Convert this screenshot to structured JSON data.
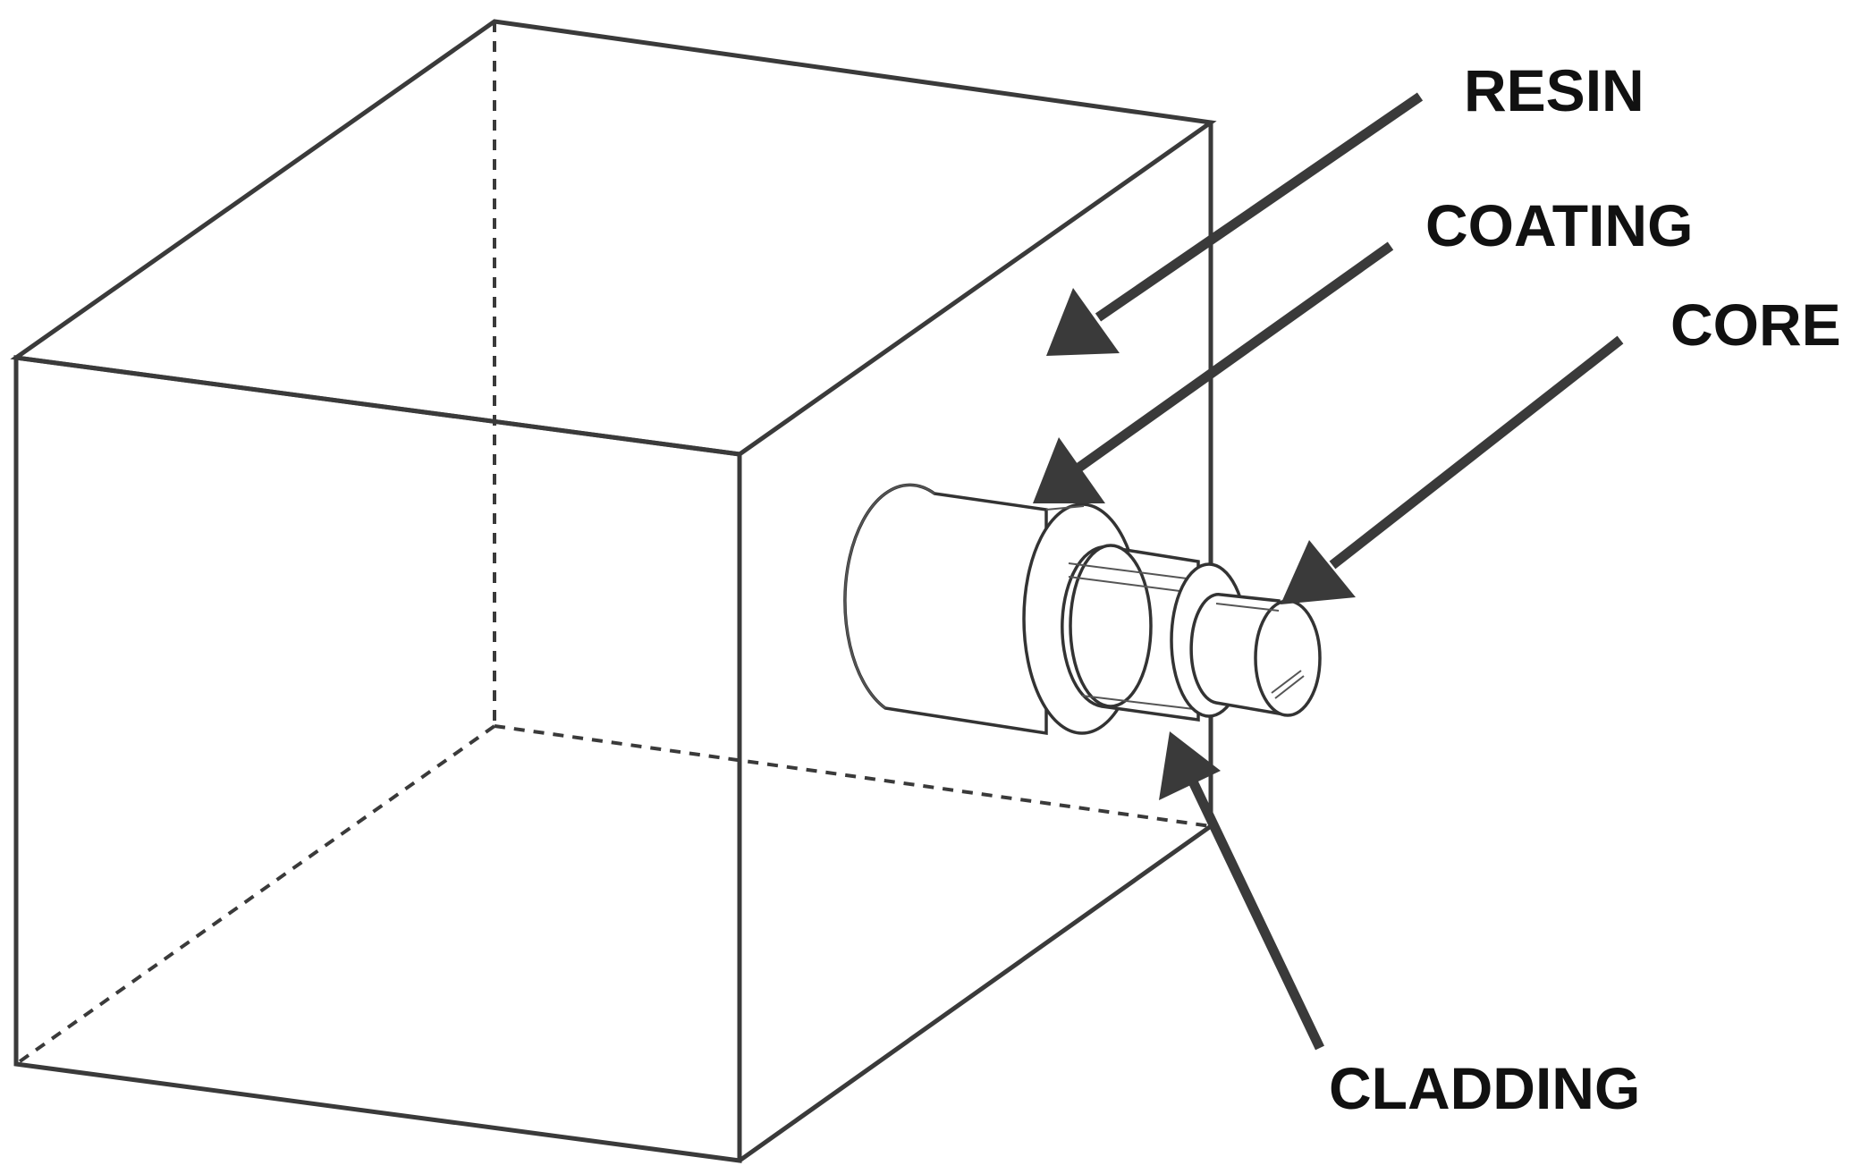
{
  "labels": {
    "resin": "RESIN",
    "coating": "COATING",
    "core": "CORE",
    "cladding": "CLADDING"
  },
  "colors": {
    "line": "#3a3a3a",
    "text": "#111111",
    "background": "#ffffff"
  }
}
